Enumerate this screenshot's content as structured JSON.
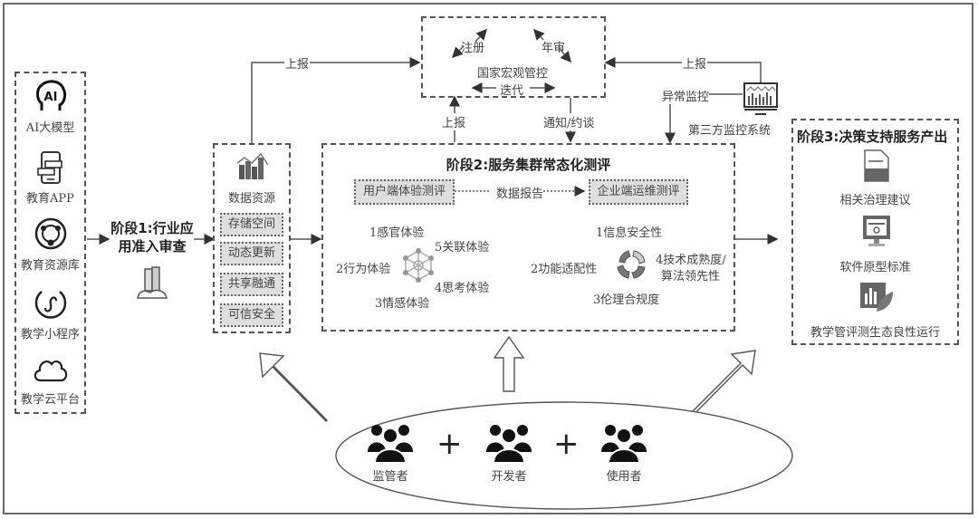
{
  "stage1": {
    "title_line1": "阶段1:行业应",
    "title_line2": "用准入审查",
    "icon": "city-buildings-icon",
    "apps": [
      {
        "label": "AI大模型",
        "icon": "ai-head-icon"
      },
      {
        "label": "教育APP",
        "icon": "mobile-app-icon"
      },
      {
        "label": "教育资源库",
        "icon": "resource-hub-icon"
      },
      {
        "label": "教学小程序",
        "icon": "mini-program-icon"
      },
      {
        "label": "教学云平台",
        "icon": "cloud-icon"
      }
    ]
  },
  "data_resources": {
    "title": "数据资源",
    "icon": "bar-chart-icon",
    "items": [
      "存储空间",
      "动态更新",
      "共享融通",
      "可信安全"
    ]
  },
  "national": {
    "title": "国家宏观管控",
    "register": "注册",
    "annual_review": "年审",
    "iterate": "迭代"
  },
  "flows": {
    "report_left": "上报",
    "report_right": "上报",
    "report_up": "上报",
    "notify": "通知/约谈",
    "anomaly": "异常监控",
    "data_report": "数据报告"
  },
  "third_party": {
    "label": "第三方监控系统",
    "icon": "monitor-icon"
  },
  "stage2": {
    "title": "阶段2:服务集群常态化测评",
    "user_eval": {
      "label": "用户端体验测评",
      "icon": "network-hexagon-icon",
      "items": [
        "1感官体验",
        "2行为体验",
        "3情感体验",
        "4思考体验",
        "5关联体验"
      ]
    },
    "enterprise_eval": {
      "label": "企业端运维测评",
      "icon": "cycle-arrows-icon",
      "items": [
        "1信息安全性",
        "2功能适配性",
        "3伦理合规度",
        "4技术成熟度/",
        "算法领先性"
      ]
    }
  },
  "stage3": {
    "title": "阶段3:决策支持服务产出",
    "outputs": [
      {
        "label": "相关治理建议",
        "icon": "document-icon"
      },
      {
        "label": "软件原型标准",
        "icon": "desktop-standard-icon"
      },
      {
        "label": "教学管评测生态良性运行",
        "icon": "eco-chart-icon"
      }
    ]
  },
  "stakeholders": [
    {
      "label": "监管者",
      "icon": "group-users-icon"
    },
    {
      "label": "开发者",
      "icon": "group-users-icon"
    },
    {
      "label": "使用者",
      "icon": "group-users-icon"
    }
  ],
  "plus_sign": "+"
}
